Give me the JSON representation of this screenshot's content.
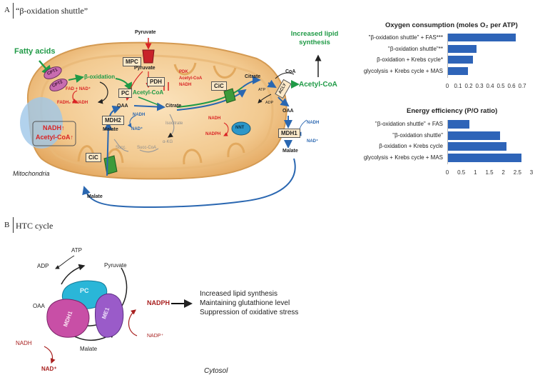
{
  "panelA": {
    "letter": "A",
    "title": "“β-oxidation shuttle”",
    "mitochondria_label": "Mitochondria",
    "fatty_acids": "Fatty acids",
    "cpt1": "CPT1",
    "cpt2": "CPT2",
    "beta_oxidation": "β-oxidation",
    "fad_nad": "FAD + NAD⁺",
    "fadh2_nadh": "FADH₂ + NADH",
    "nadh_up": "NADH↑",
    "acetylcoa_up": "Acetyl-CoA↑",
    "pyruvate_top": "Pyruvate",
    "mpc": "MPC",
    "pyruvate_in": "Pyruvate",
    "pc": "PC",
    "pdh": "PDH",
    "pdk": "PDK",
    "pdk_acetylcoa": "Acetyl-CoA",
    "pdk_nadh": "NADH",
    "acetylcoa_mito": "Acetyl-CoA",
    "oaa_mito": "OAA",
    "citrate_mito": "Citrate",
    "mdh2": "MDH2",
    "nadh_mdh2": "NADH",
    "nad_mdh2": "NAD⁺",
    "malate_mito": "Malate",
    "isocitrate": "Isocitrate",
    "succ": "Succ.",
    "succ_coa": "Succ-CoA",
    "akg": "α-KG",
    "nnt": "NNT",
    "nnt_nadh": "NADH",
    "nnt_nadph": "NADPH",
    "cic_top": "CiC",
    "cic_bottom": "CiC",
    "increased_lipid": "Increased lipid synthesis",
    "citrate_cyto": "Citrate",
    "coa": "CoA",
    "atp": "ATP",
    "adp": "ADP",
    "acly": "ACLY",
    "acetylcoa_cyto": "Acetyl-CoA",
    "oaa_cyto": "OAA",
    "mdh1": "MDH1",
    "nadh_cyto": "NADH",
    "nad_cyto": "NAD⁺",
    "malate_cyto": "Malate",
    "malate_bottom": "Malate"
  },
  "panelB": {
    "letter": "B",
    "title": "HTC cycle",
    "atp": "ATP",
    "adp": "ADP",
    "pyruvate": "Pyruvate",
    "oaa": "OAA",
    "malate": "Malate",
    "pc": "PC",
    "mdh1": "MDH1",
    "me1": "ME1",
    "nadph": "NADPH",
    "nadp": "NADP⁺",
    "nadh": "NADH",
    "nad": "NAD⁺",
    "outcomes": [
      "Increased lipid synthesis",
      "Maintaining glutathione level",
      "Suppression of oxidative stress"
    ],
    "cytosol": "Cytosol"
  },
  "colors": {
    "bar": "#2e64b8",
    "green": "#1f9a46",
    "red": "#d92324",
    "blue": "#2a67b1",
    "mito_fill": "#f2c98f"
  },
  "chart_data": [
    {
      "type": "bar",
      "orientation": "horizontal",
      "title": "Oxygen consumption (moles O₂ per ATP)",
      "categories": [
        "\"β-oxidation shuttle\" + FAS***",
        "\"β-oxidation shuttle\"**",
        "β-oxidation + Krebs cycle*",
        "glycolysis + Krebs cycle + MAS"
      ],
      "values": [
        0.64,
        0.27,
        0.24,
        0.19
      ],
      "xlim": [
        0,
        0.7
      ],
      "ticks": [
        "0",
        "0.1",
        "0.2",
        "0.3",
        "0.4",
        "0.5",
        "0.6",
        "0.7"
      ],
      "grid": false
    },
    {
      "type": "bar",
      "orientation": "horizontal",
      "title": "Energy efficiency (P/O ratio)",
      "categories": [
        "\"β-oxidation shuttle\" + FAS",
        "\"β-oxidation shuttle\"",
        "β-oxidation + Krebs cycle",
        "glycolysis + Krebs cycle + MAS"
      ],
      "values": [
        0.78,
        1.88,
        2.12,
        2.65
      ],
      "xlim": [
        0,
        3
      ],
      "ticks": [
        "0",
        "0.5",
        "1",
        "1.5",
        "2",
        "2.5",
        "3"
      ],
      "grid": false
    }
  ]
}
